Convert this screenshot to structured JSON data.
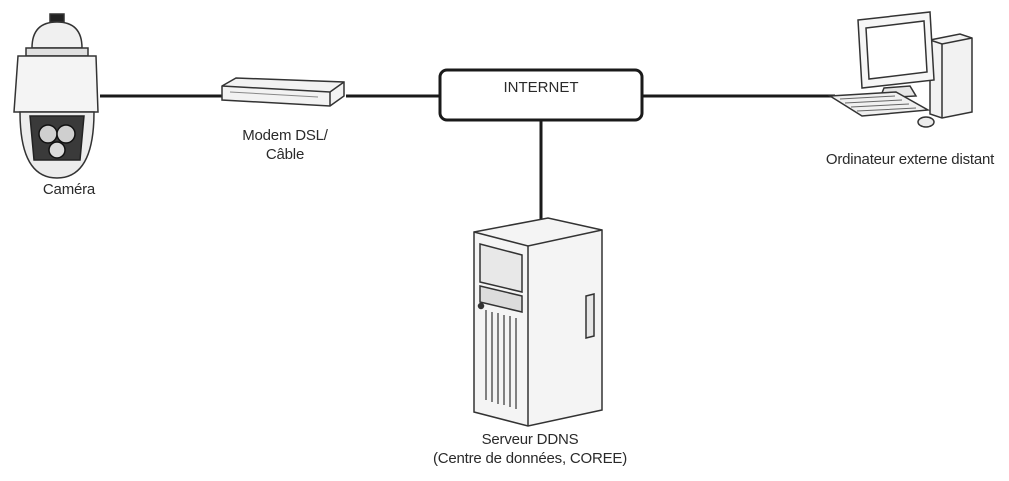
{
  "nodes": {
    "camera": {
      "label": "Caméra"
    },
    "modem": {
      "label_line1": "Modem DSL/",
      "label_line2": "Câble"
    },
    "internet": {
      "label": "INTERNET"
    },
    "remote_pc": {
      "label": "Ordinateur externe distant"
    },
    "ddns_server": {
      "label_line1": "Serveur DDNS",
      "label_line2": "(Centre de données, COREE)"
    }
  },
  "colors": {
    "line": "#1a1a1a",
    "outline": "#333333",
    "fill_light": "#f2f2f2",
    "fill_mid": "#d9d9d9"
  }
}
